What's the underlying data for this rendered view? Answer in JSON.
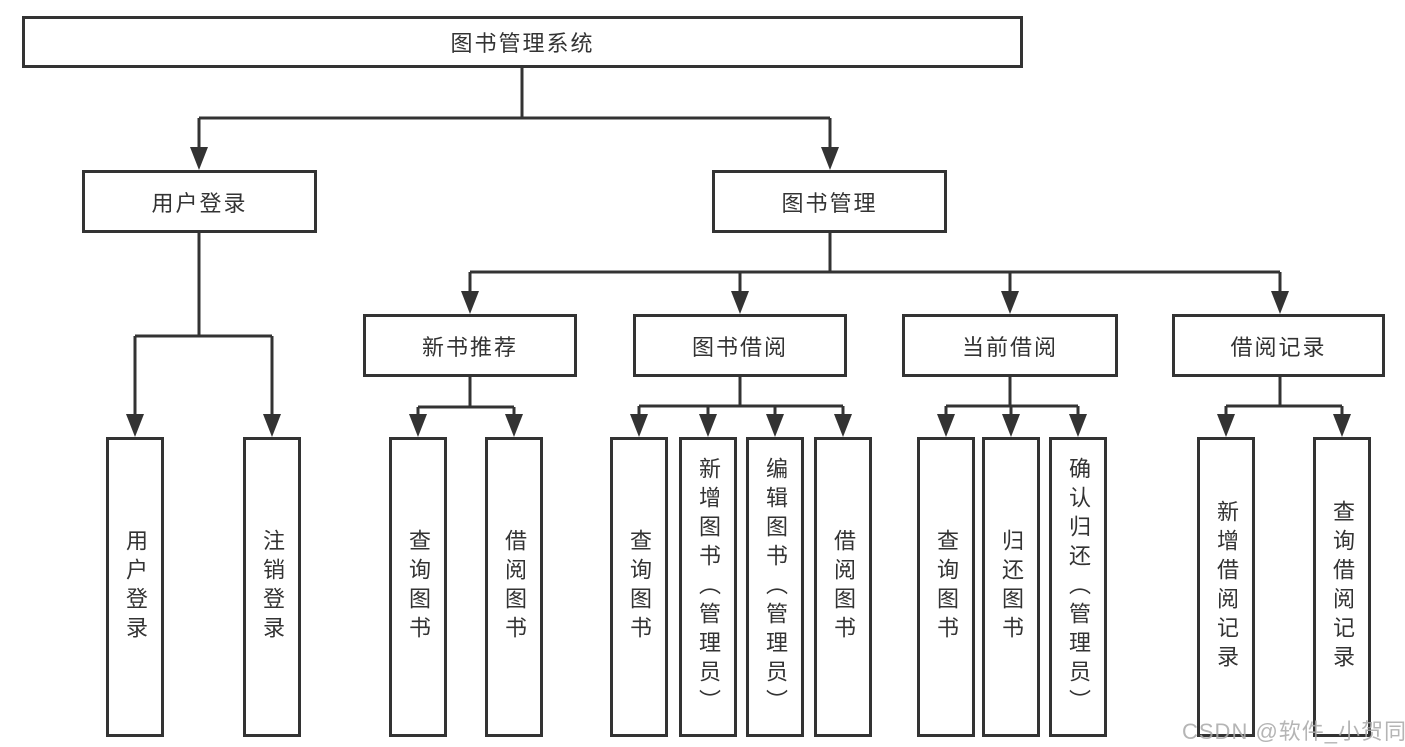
{
  "diagram": {
    "colors": {
      "line": "#333333",
      "box_border": "#333333",
      "text": "#333333",
      "watermark": "#ababab",
      "background": "#ffffff"
    },
    "root": {
      "label": "图书管理系统"
    },
    "level2": [
      {
        "label": "用户登录"
      },
      {
        "label": "图书管理"
      }
    ],
    "level3": [
      {
        "label": "新书推荐"
      },
      {
        "label": "图书借阅"
      },
      {
        "label": "当前借阅"
      },
      {
        "label": "借阅记录"
      }
    ],
    "leaves": {
      "user_login": [
        "用户登录",
        "注销登录"
      ],
      "new_book_recommend": [
        "查询图书",
        "借阅图书"
      ],
      "book_borrow": [
        "查询图书",
        "新增图书（管理员）",
        "编辑图书（管理员）",
        "借阅图书"
      ],
      "current_borrow": [
        "查询图书",
        "归还图书",
        "确认归还（管理员）"
      ],
      "borrow_records": [
        "新增借阅记录",
        "查询借阅记录"
      ]
    },
    "watermark": "CSDN @软件_小贺同学"
  }
}
